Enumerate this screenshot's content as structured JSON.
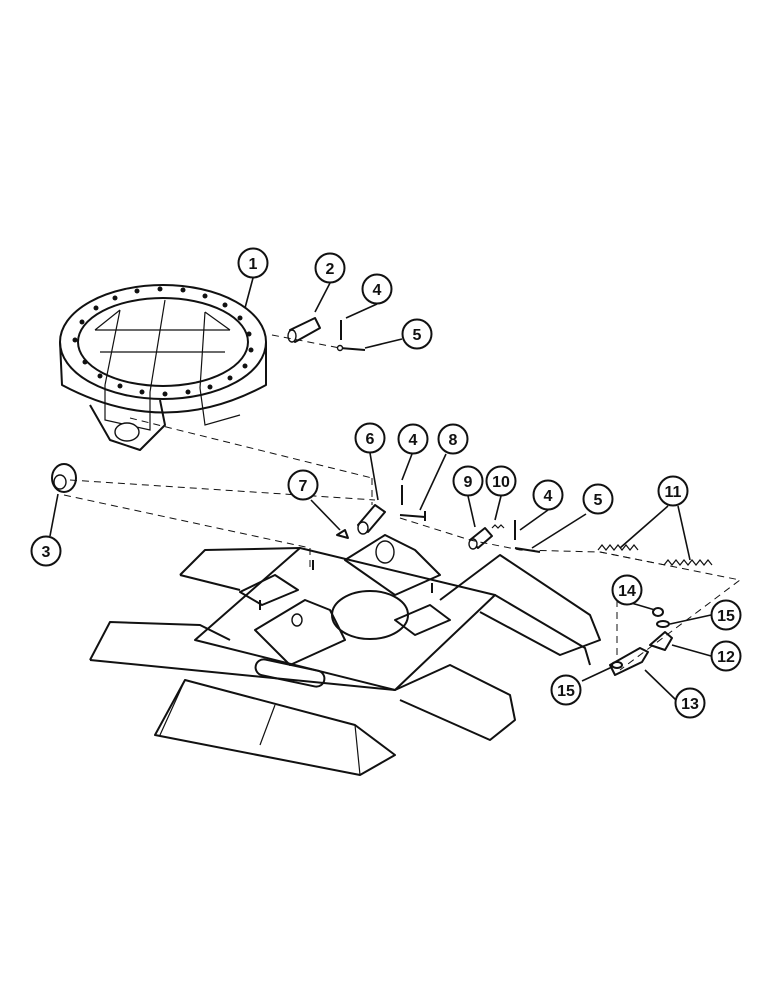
{
  "diagram": {
    "callouts": [
      {
        "id": "1",
        "text": "1"
      },
      {
        "id": "2",
        "text": "2"
      },
      {
        "id": "4a",
        "text": "4"
      },
      {
        "id": "5a",
        "text": "5"
      },
      {
        "id": "3",
        "text": "3"
      },
      {
        "id": "6",
        "text": "6"
      },
      {
        "id": "4b",
        "text": "4"
      },
      {
        "id": "8",
        "text": "8"
      },
      {
        "id": "7",
        "text": "7"
      },
      {
        "id": "9",
        "text": "9"
      },
      {
        "id": "10",
        "text": "10"
      },
      {
        "id": "4c",
        "text": "4"
      },
      {
        "id": "5b",
        "text": "5"
      },
      {
        "id": "11",
        "text": "11"
      },
      {
        "id": "14",
        "text": "14"
      },
      {
        "id": "15a",
        "text": "15"
      },
      {
        "id": "12",
        "text": "12"
      },
      {
        "id": "15b",
        "text": "15"
      },
      {
        "id": "13",
        "text": "13"
      }
    ]
  }
}
